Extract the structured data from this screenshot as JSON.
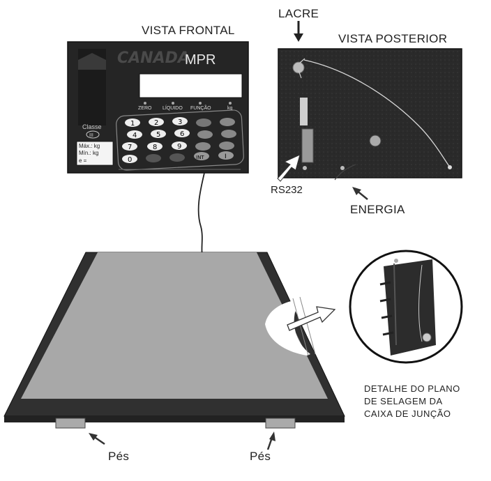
{
  "labels": {
    "front_view": "VISTA FRONTAL",
    "rear_view": "VISTA POSTERIOR",
    "seal": "LACRE",
    "rs232": "RS232",
    "energy": "ENERGIA",
    "feet_left": "Pés",
    "feet_right": "Pés",
    "detail_line1": "DETALHE DO PLANO",
    "detail_line2": "DE SELAGEM DA",
    "detail_line3": "CAIXA DE JUNÇÃO"
  },
  "indicator": {
    "brand": "CANADA",
    "model": "MPR",
    "indicators": [
      "ZERO",
      "LÍQUIDO",
      "FUNÇÃO",
      "kg"
    ],
    "class_label": "Classe",
    "class_value": "III",
    "capacity_lines": [
      "Máx.:  kg",
      "Mín.:  kg",
      "e ="
    ],
    "keys_numeric": [
      "1",
      "2",
      "3",
      "4",
      "5",
      "6",
      "7",
      "8",
      "9",
      "0"
    ],
    "keys_function": [
      "INT",
      "I"
    ]
  }
}
